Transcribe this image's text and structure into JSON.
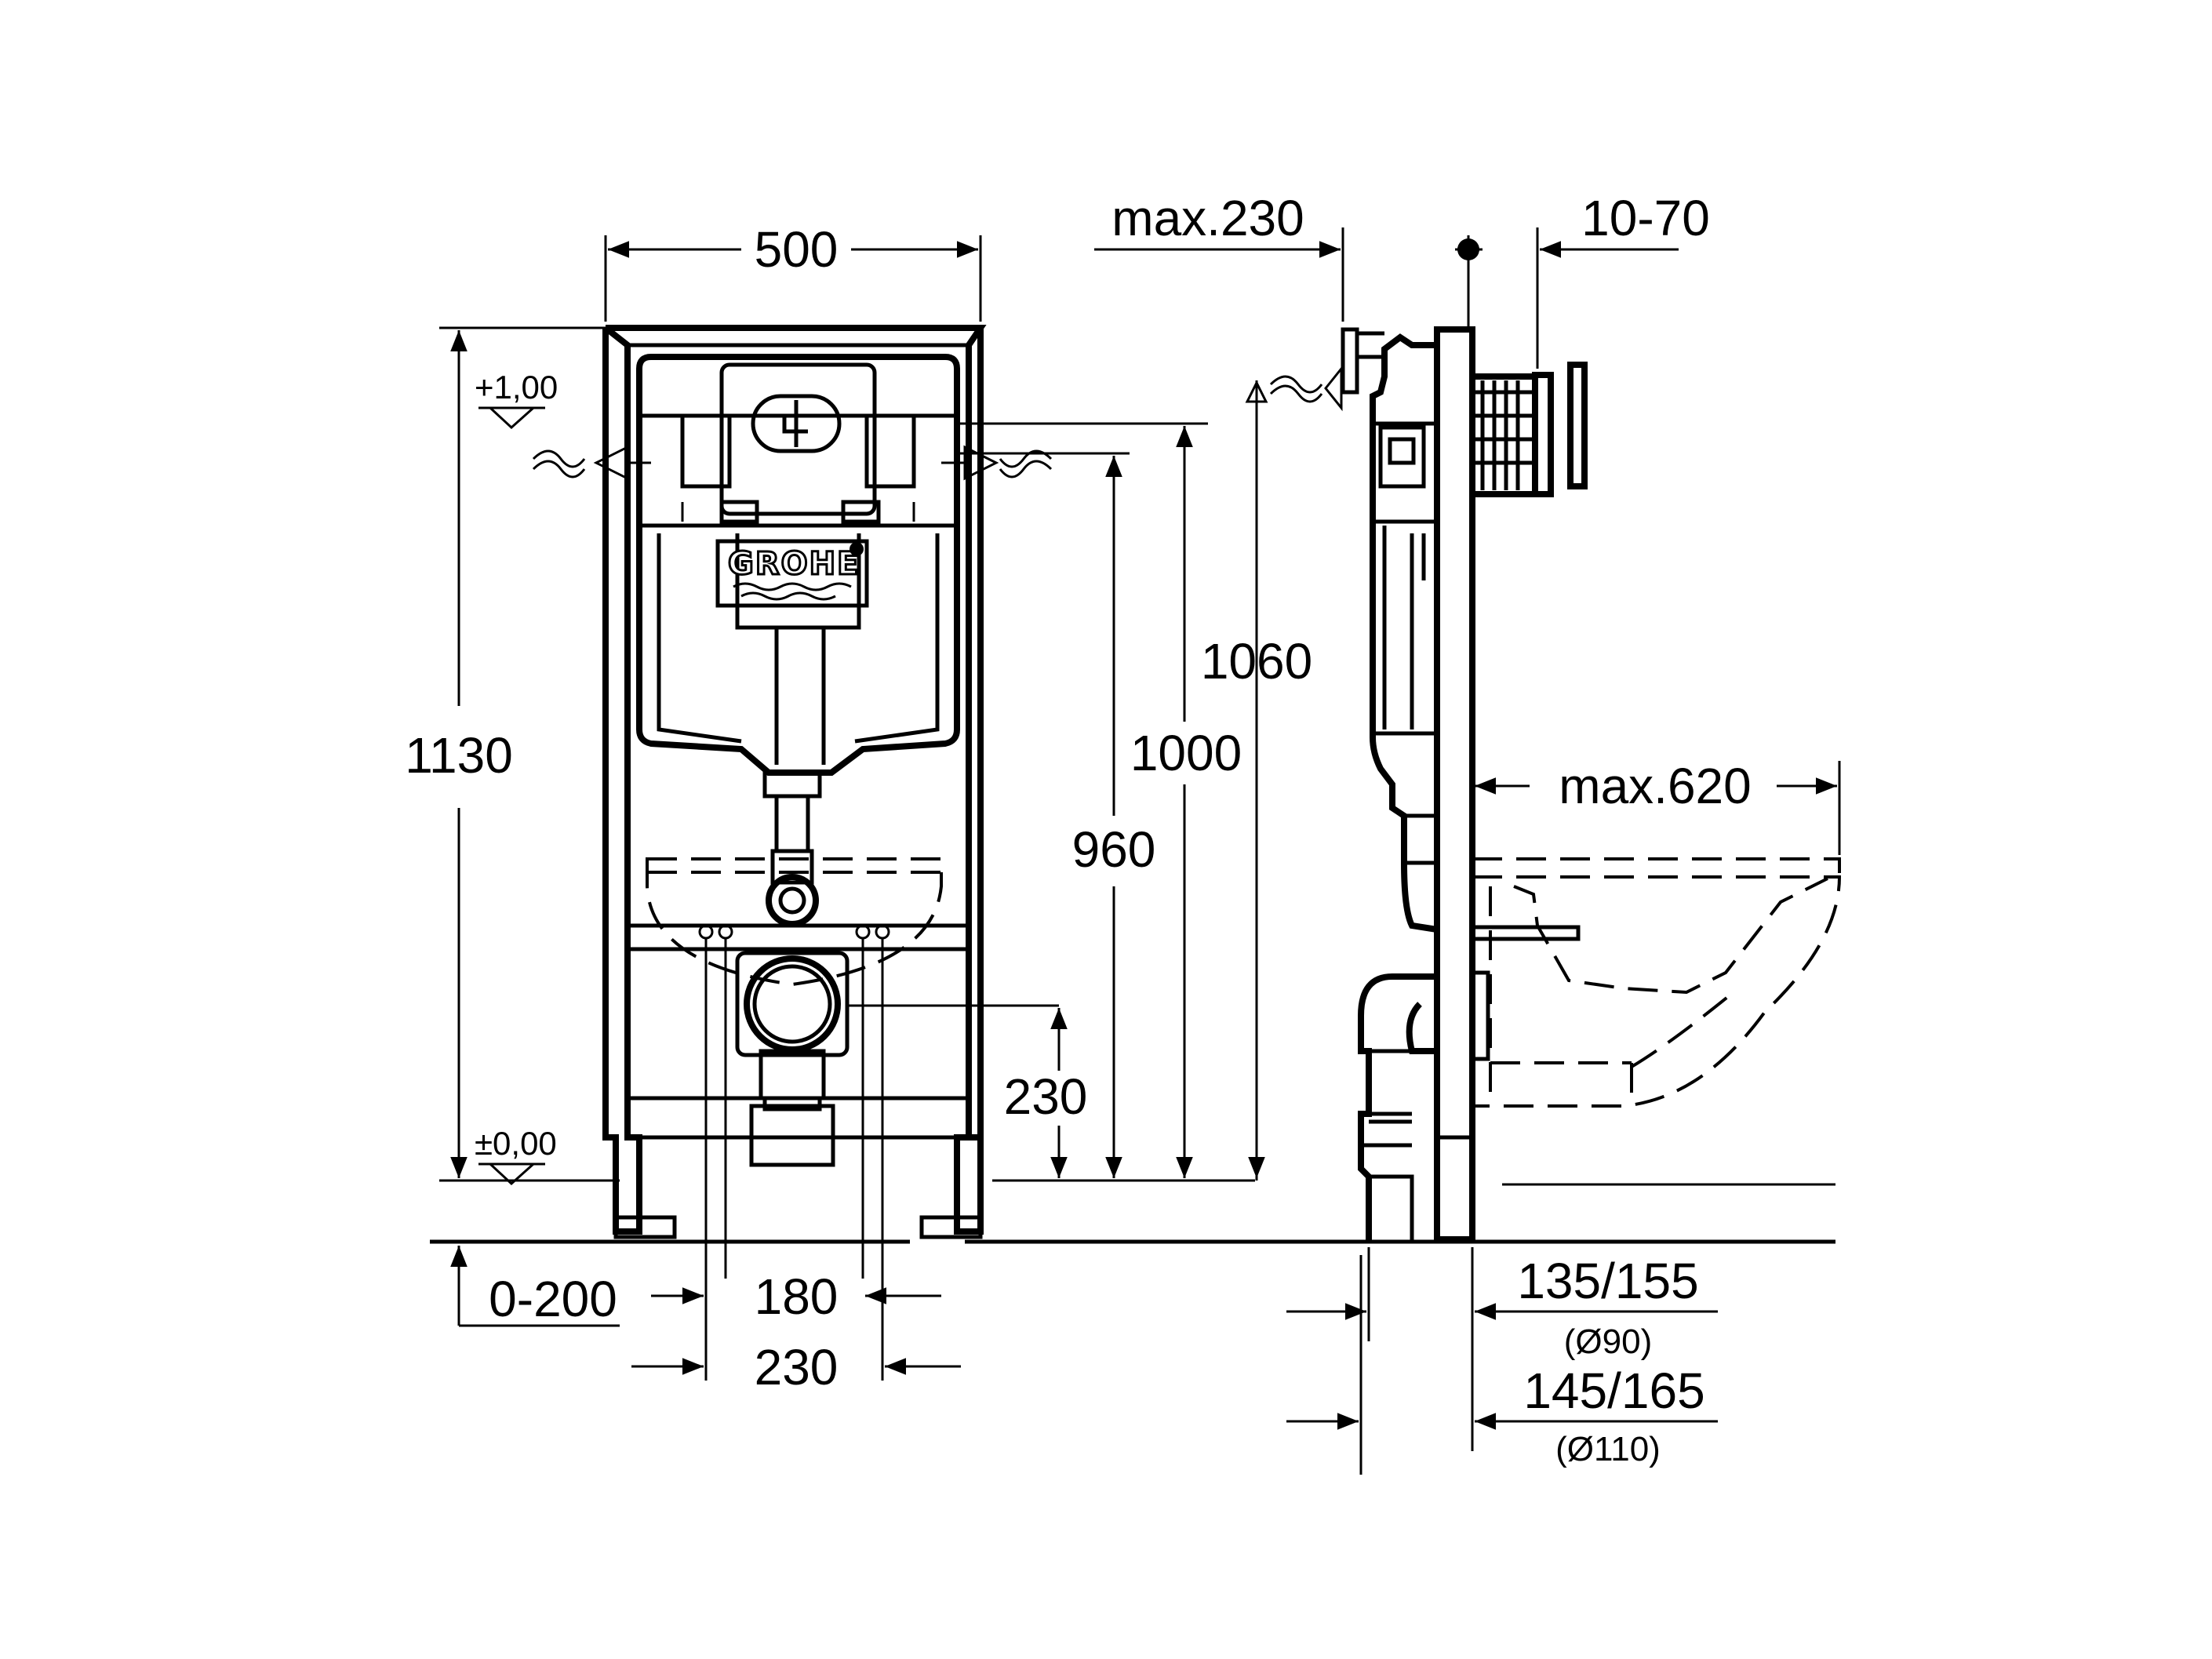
{
  "logo": {
    "brand": "GROHE"
  },
  "front_view": {
    "width": "500",
    "total_height": "1130",
    "level_top": "+1,00",
    "level_floor": "±0,00",
    "height_1060": "1060",
    "height_1000": "1000",
    "height_960": "960",
    "drain_height": "230",
    "floor_adjust": "0-200",
    "foot_spacing_inner": "180",
    "foot_spacing_outer": "230"
  },
  "side_view": {
    "max_depth": "max.230",
    "plate_offset": "10-70",
    "bowl_projection": "max.620",
    "wall_offset_90": "135/155",
    "diameter_90": "(Ø90)",
    "wall_offset_110": "145/165",
    "diameter_110": "(Ø110)"
  }
}
